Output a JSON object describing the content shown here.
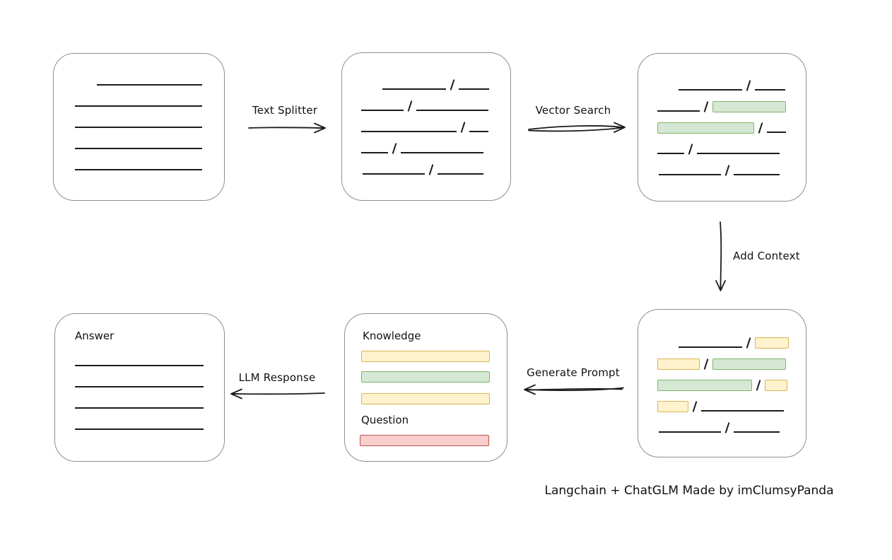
{
  "colors": {
    "green_fill": "#d5e8d4",
    "green_stroke": "#82b366",
    "yellow_fill": "#fff2cc",
    "yellow_stroke": "#d6b656",
    "red_fill": "#f8cecc",
    "red_stroke": "#b85450",
    "box_stroke": "#8f8f8f",
    "ink": "#1c1c1c"
  },
  "labels": {
    "text_splitter": "Text Splitter",
    "vector_search": "Vector Search",
    "add_context": "Add Context",
    "generate_prompt": "Generate Prompt",
    "llm_response": "LLM Response",
    "knowledge": "Knowledge",
    "question": "Question",
    "answer": "Answer"
  },
  "caption": "Langchain + ChatGLM Made by imClumsyPanda",
  "boxes": {
    "source_document": {
      "kind": "lines",
      "rows": [
        {
          "indent": 31,
          "w": 149
        },
        {
          "indent": 0,
          "w": 180
        },
        {
          "indent": 0,
          "w": 180
        },
        {
          "indent": 0,
          "w": 180
        },
        {
          "indent": 0,
          "w": 180
        }
      ]
    },
    "split_chunks": {
      "kind": "chunks",
      "rows": [
        {
          "indent": 30,
          "segments": [
            {
              "t": "line",
              "w": 90
            },
            {
              "t": "slash"
            },
            {
              "t": "line",
              "w": 43
            }
          ]
        },
        {
          "indent": 0,
          "segments": [
            {
              "t": "line",
              "w": 60
            },
            {
              "t": "slash"
            },
            {
              "t": "line",
              "w": 102
            }
          ]
        },
        {
          "indent": 0,
          "segments": [
            {
              "t": "line",
              "w": 135
            },
            {
              "t": "slash"
            },
            {
              "t": "line",
              "w": 27
            }
          ]
        },
        {
          "indent": 0,
          "segments": [
            {
              "t": "line",
              "w": 38
            },
            {
              "t": "slash"
            },
            {
              "t": "line",
              "w": 117
            }
          ]
        },
        {
          "indent": 2,
          "segments": [
            {
              "t": "line",
              "w": 88
            },
            {
              "t": "slash"
            },
            {
              "t": "line",
              "w": 65
            }
          ]
        }
      ]
    },
    "vector_matched": {
      "kind": "chunks",
      "rows": [
        {
          "indent": 30,
          "segments": [
            {
              "t": "line",
              "w": 90
            },
            {
              "t": "slash"
            },
            {
              "t": "line",
              "w": 43
            }
          ]
        },
        {
          "indent": 0,
          "segments": [
            {
              "t": "line",
              "w": 60
            },
            {
              "t": "slash"
            },
            {
              "t": "green",
              "w": 102
            }
          ]
        },
        {
          "indent": 0,
          "segments": [
            {
              "t": "green",
              "w": 135
            },
            {
              "t": "slash"
            },
            {
              "t": "line",
              "w": 27
            }
          ]
        },
        {
          "indent": 0,
          "segments": [
            {
              "t": "line",
              "w": 38
            },
            {
              "t": "slash"
            },
            {
              "t": "line",
              "w": 117
            }
          ]
        },
        {
          "indent": 2,
          "segments": [
            {
              "t": "line",
              "w": 88
            },
            {
              "t": "slash"
            },
            {
              "t": "line",
              "w": 65
            }
          ]
        }
      ]
    },
    "context_added": {
      "kind": "chunks",
      "rows": [
        {
          "indent": 30,
          "segments": [
            {
              "t": "line",
              "w": 90
            },
            {
              "t": "slash"
            },
            {
              "t": "yellow",
              "w": 46
            }
          ]
        },
        {
          "indent": 0,
          "segments": [
            {
              "t": "yellow",
              "w": 58
            },
            {
              "t": "slash"
            },
            {
              "t": "green",
              "w": 102
            }
          ]
        },
        {
          "indent": 0,
          "segments": [
            {
              "t": "green",
              "w": 132
            },
            {
              "t": "slash"
            },
            {
              "t": "yellow",
              "w": 30
            }
          ]
        },
        {
          "indent": 0,
          "segments": [
            {
              "t": "yellow",
              "w": 42
            },
            {
              "t": "slash"
            },
            {
              "t": "line",
              "w": 117
            }
          ]
        },
        {
          "indent": 2,
          "segments": [
            {
              "t": "line",
              "w": 88
            },
            {
              "t": "slash"
            },
            {
              "t": "line",
              "w": 65
            }
          ]
        }
      ]
    },
    "prompt": {
      "kind": "prompt",
      "knowledge_bars": [
        "yellow",
        "green",
        "yellow"
      ],
      "question_bars": [
        "red"
      ]
    },
    "answer": {
      "kind": "lines",
      "rows": [
        {
          "indent": 0,
          "w": 182
        },
        {
          "indent": 0,
          "w": 182
        },
        {
          "indent": 0,
          "w": 182
        },
        {
          "indent": 0,
          "w": 182
        }
      ]
    }
  }
}
